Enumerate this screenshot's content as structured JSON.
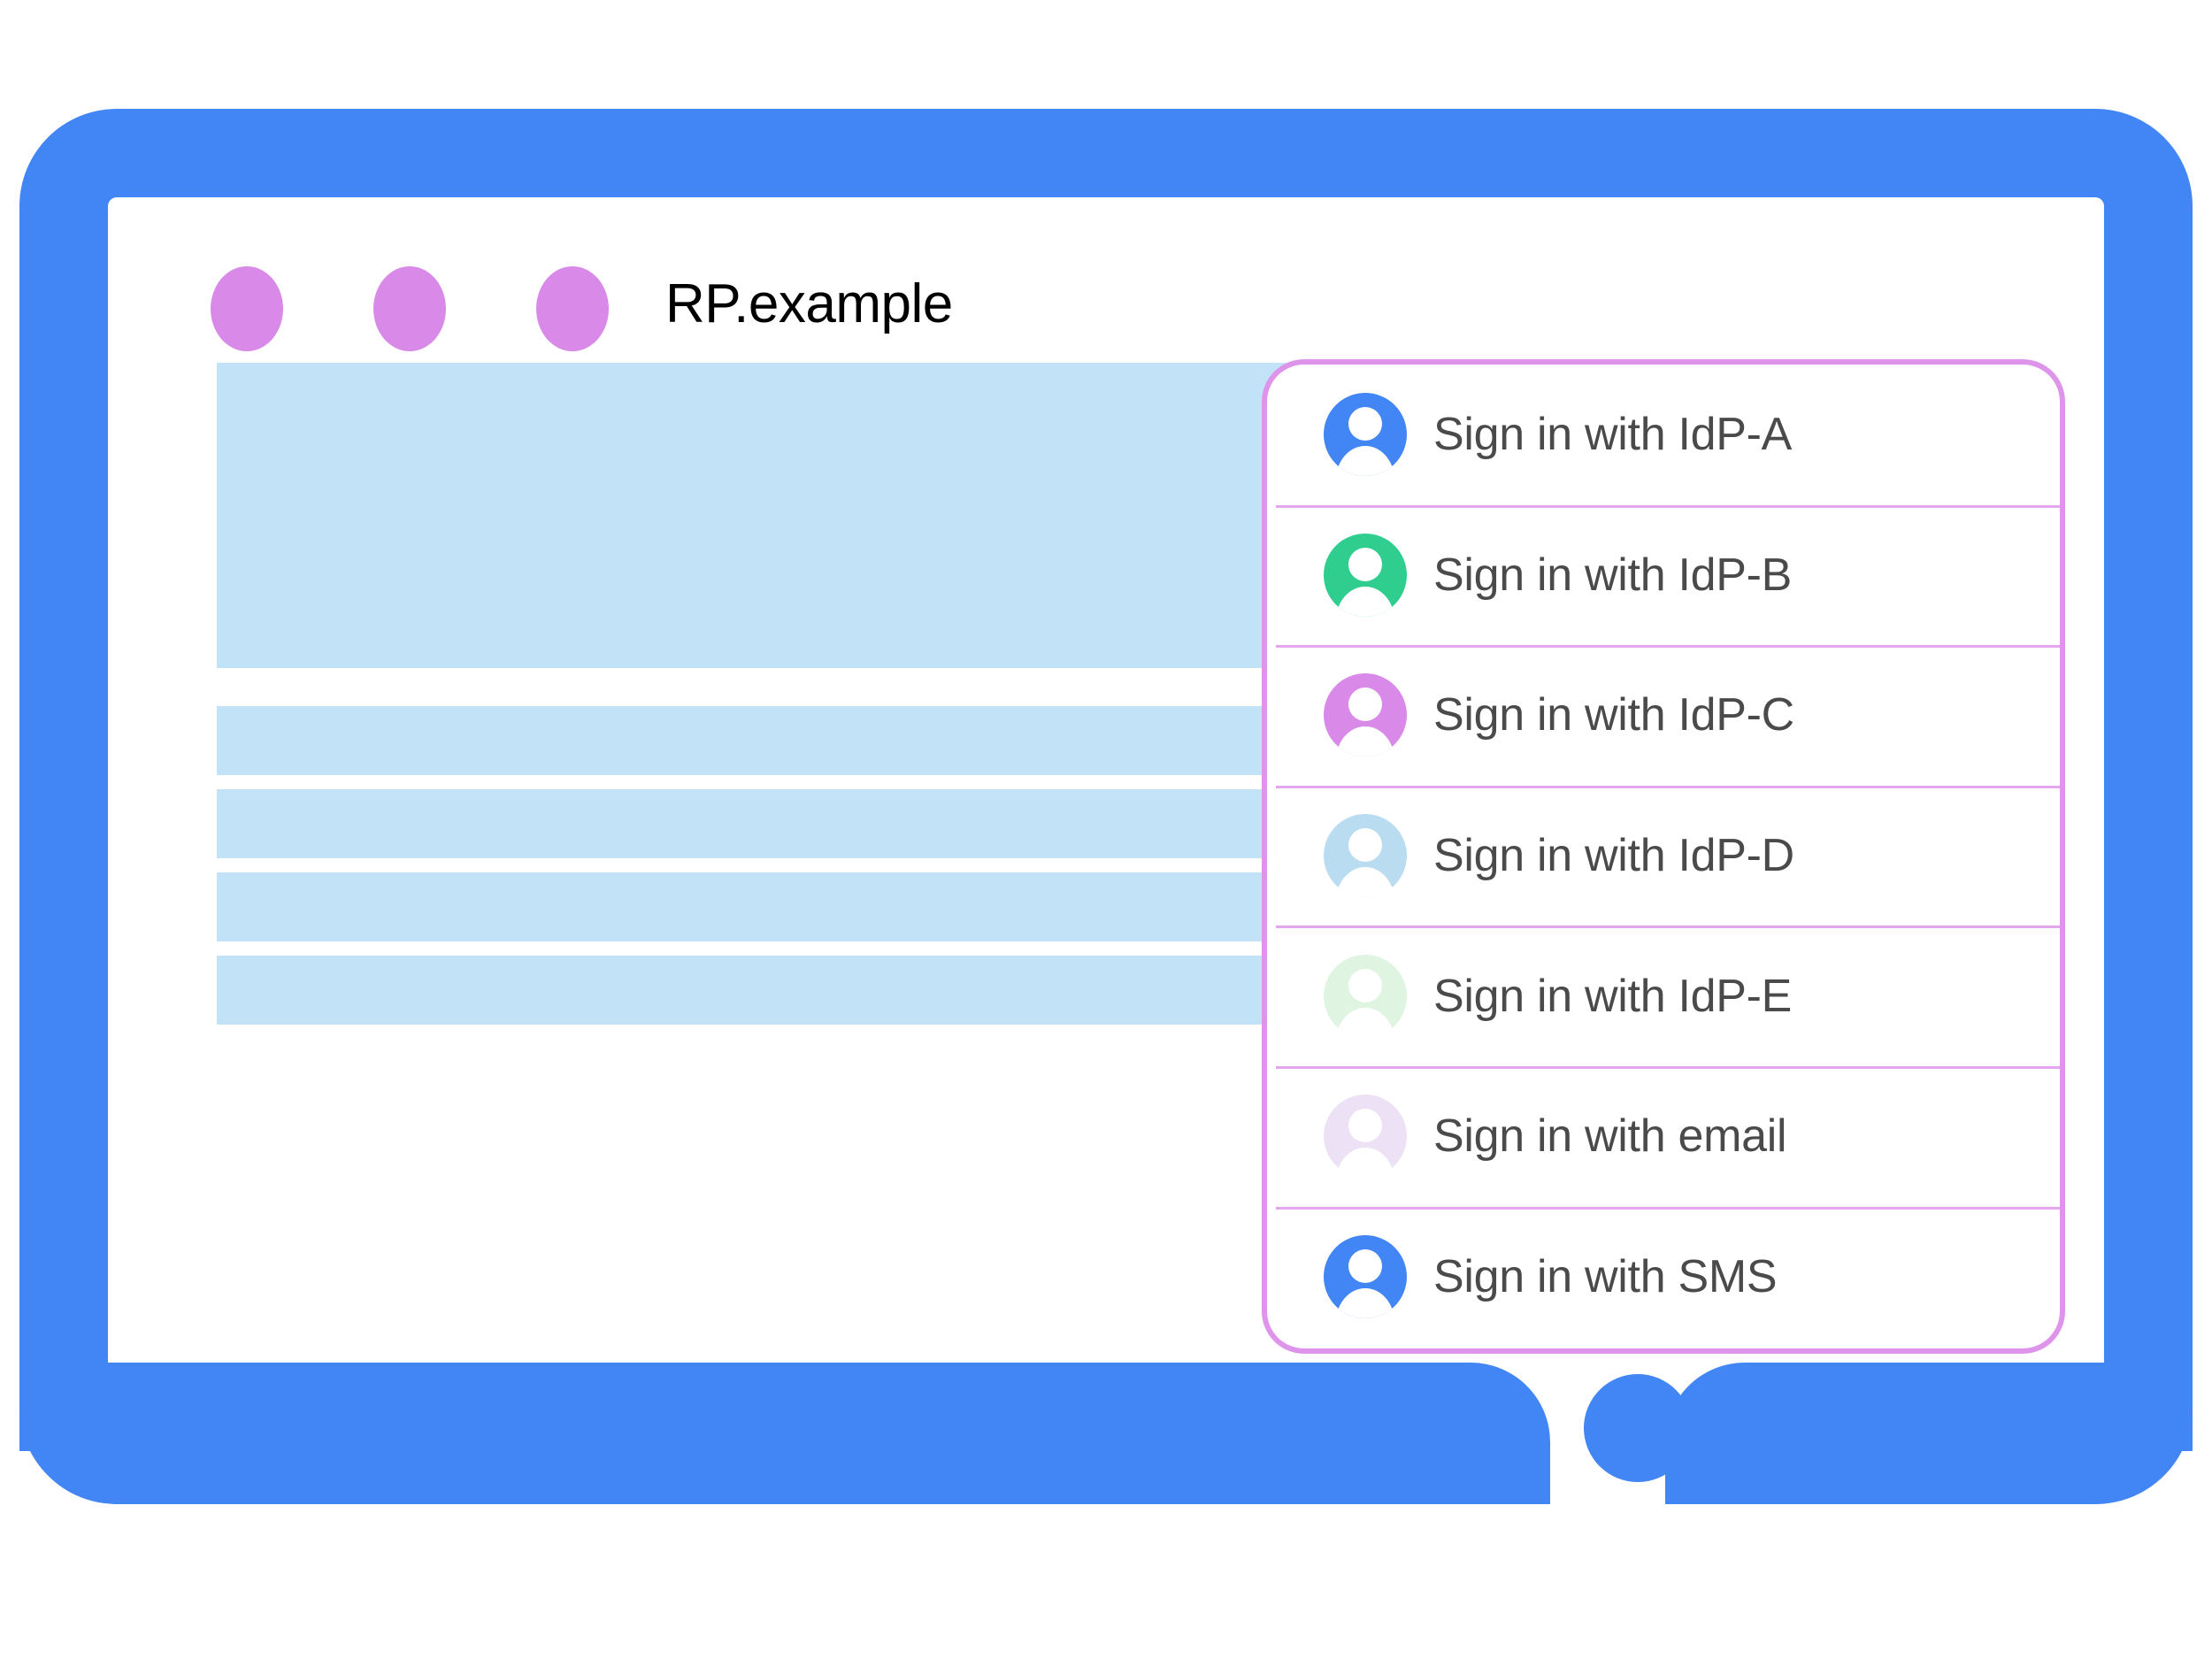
{
  "window": {
    "title": "RP.example",
    "traffic_dots": [
      "dot-1",
      "dot-2",
      "dot-3"
    ],
    "dot_color": "#d98ae8"
  },
  "theme": {
    "device_bezel": "#4285f4",
    "placeholder_block": "#c1e2f7",
    "card_border": "#dd94ea",
    "divider": "#e3a6ef",
    "label_text": "#4a4a4a",
    "title_text": "#000000",
    "page_background": "#ffffff"
  },
  "content_placeholders": [
    {
      "name": "hero-block"
    },
    {
      "name": "text-bar-1"
    },
    {
      "name": "text-bar-2"
    },
    {
      "name": "text-bar-3"
    },
    {
      "name": "text-bar-4"
    }
  ],
  "account_chooser": {
    "accounts": [
      {
        "label": "Sign in with IdP-A",
        "icon": "account-avatar-icon",
        "avatar_color": "#4285f4"
      },
      {
        "label": "Sign in with IdP-B",
        "icon": "account-avatar-icon",
        "avatar_color": "#2fce8f"
      },
      {
        "label": "Sign in with IdP-C",
        "icon": "account-avatar-icon",
        "avatar_color": "#d98ae8"
      },
      {
        "label": "Sign in with IdP-D",
        "icon": "account-avatar-icon",
        "avatar_color": "#b9dcf1"
      },
      {
        "label": "Sign in with IdP-E",
        "icon": "account-avatar-icon",
        "avatar_color": "#e0f4e2"
      },
      {
        "label": "Sign in with email",
        "icon": "account-avatar-icon",
        "avatar_color": "#ede2f5"
      },
      {
        "label": "Sign in with SMS",
        "icon": "account-avatar-icon",
        "avatar_color": "#4285f4"
      }
    ]
  },
  "device": {
    "home_button": "home-button"
  }
}
